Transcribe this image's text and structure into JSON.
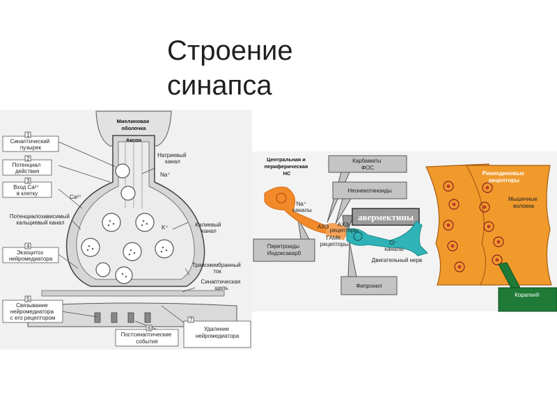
{
  "slide": {
    "title_line1": "Строение",
    "title_line2": "синапса"
  },
  "synapse": {
    "myelin": [
      "Миелиновая",
      "оболочка"
    ],
    "axon": "Аксон",
    "vesicle": [
      "Синаптический",
      "пузырек"
    ],
    "potential": [
      "Потенциал",
      "действия"
    ],
    "ca_entry": [
      "Вход Ca²⁺",
      "в клетку"
    ],
    "ca_ion": "Ca²⁺",
    "sodium_channel": [
      "Натриевый",
      "канал"
    ],
    "na_ion": "Na⁺",
    "calmodulin_channel": [
      "Потенциалозависимый",
      "кальциевый канал"
    ],
    "k_ion": "K⁺",
    "potassium_channel": [
      "Калиевый",
      "канал"
    ],
    "exocytosis": [
      "Экзоцитоз",
      "нейромедиатора"
    ],
    "transmembrane": [
      "Трансмембранный",
      "ток"
    ],
    "cleft": [
      "Синаптическая",
      "щель"
    ],
    "binding": [
      "Связывание",
      "нейромедиатора",
      "с его рецептором"
    ],
    "postsynaptic": [
      "Постсинаптические",
      "события"
    ],
    "removal": [
      "Удаление",
      "нейромедиатора"
    ],
    "numbers": [
      "1",
      "2",
      "3",
      "4",
      "5",
      "6",
      "7"
    ]
  },
  "insecticide": {
    "central": [
      "Центральная и",
      "периферическая",
      "НС"
    ],
    "carbamates": [
      "Карбаматы",
      "ФОС"
    ],
    "neonicotinoids": "Неонекотиноиды",
    "na_channels": [
      "Na⁺",
      "каналы"
    ],
    "ach": "АХЭ",
    "ach_receptors": [
      "АХЭ",
      "рецепторы"
    ],
    "avermectins": "авермектины",
    "gaba": [
      "ГАМК",
      "рецепторы"
    ],
    "cl_channels": [
      "Cl⁻",
      "каналы"
    ],
    "pyrethroids": [
      "Пиретроиды",
      "Индоксакарб"
    ],
    "motor_nerve": "Двигательный нерв",
    "fipronil": "Фипронил",
    "ryanodine": [
      "Рианодиновые",
      "рецепторы"
    ],
    "muscle": [
      "Мышечные",
      "волокна"
    ],
    "coragen": "Кораген®"
  },
  "colors": {
    "orange": "#f28a2a",
    "muscle": "#f09a2c",
    "teal": "#2fb3b6",
    "green": "#1e7a36",
    "gray_box": "#c4c4c4"
  }
}
